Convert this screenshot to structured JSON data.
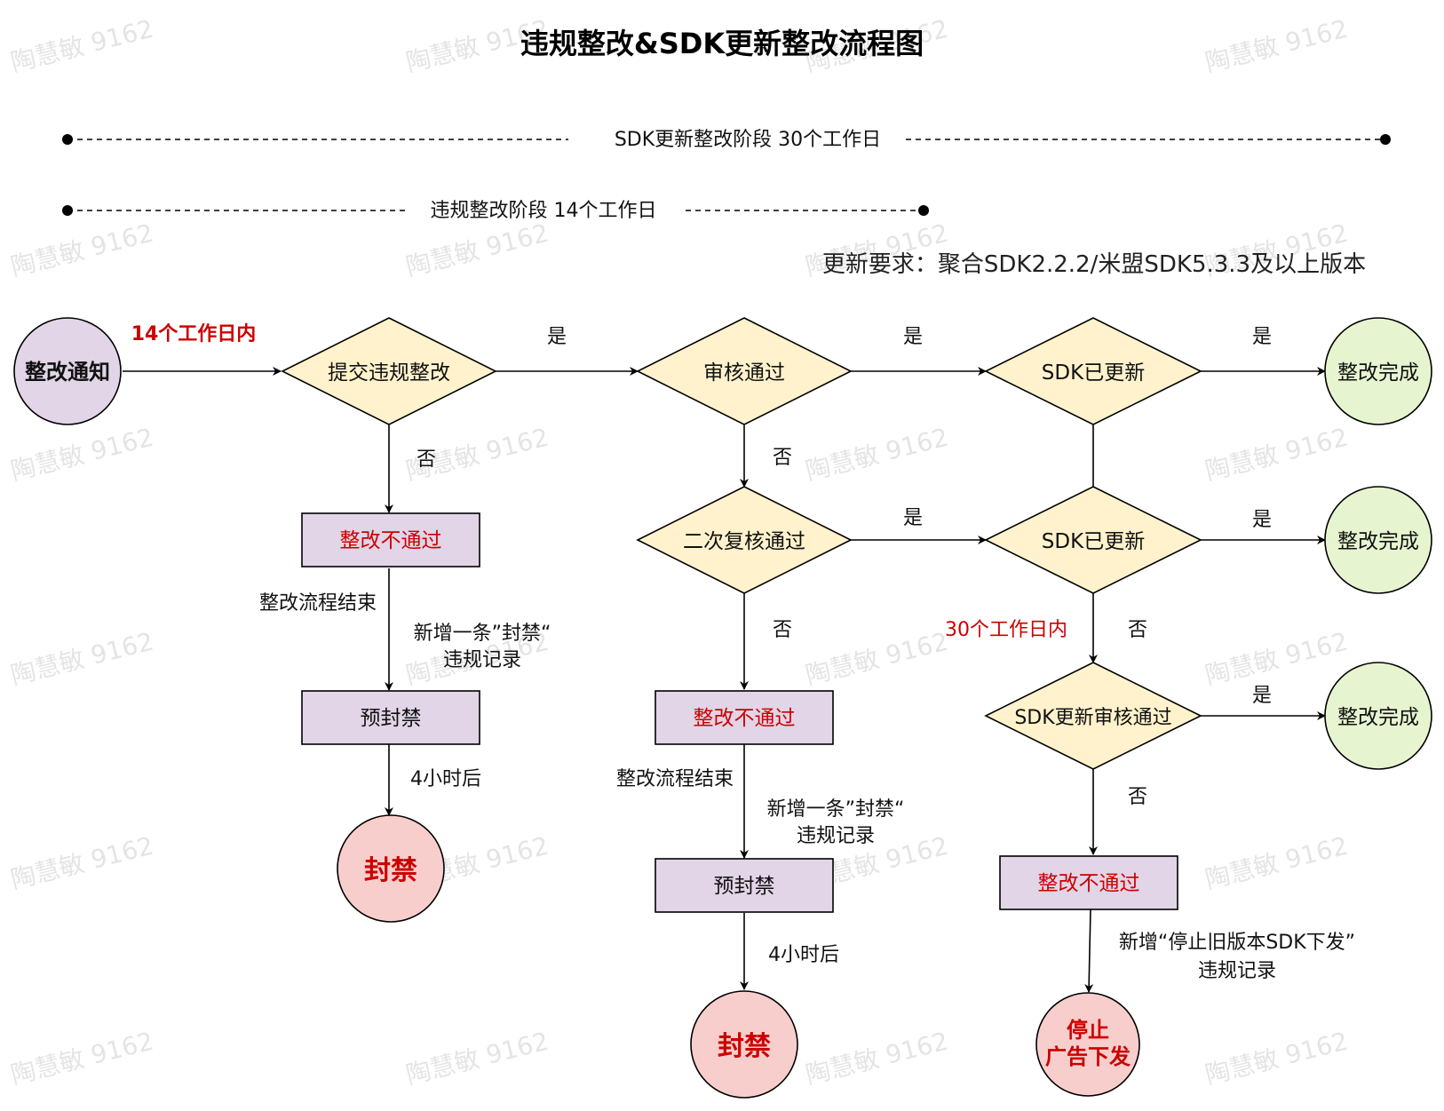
{
  "title": "违规整改&SDK更新整改流程图",
  "timeline": {
    "sdk_phase": "SDK更新整改阶段  30个工作日",
    "violation_phase": "违规整改阶段  14个工作日"
  },
  "requirement": "更新要求：聚合SDK2.2.2/米盟SDK5.3.3及以上版本",
  "watermark": "陶慧敏 9162",
  "colors": {
    "decision_fill": "#fff2cc",
    "process_fill": "#e1d5e7",
    "start_fill": "#e1d5e7",
    "done_fill": "#e6f5d0",
    "ban_fill": "#f8cecc",
    "red_text": "#cc0000"
  },
  "nodes": {
    "start": "整改通知",
    "submit": "提交违规整改",
    "review": "审核通过",
    "second_review": "二次复核通过",
    "sdk_updated_1": "SDK已更新",
    "sdk_updated_2": "SDK已更新",
    "sdk_review": "SDK更新审核通过",
    "done_1": "整改完成",
    "done_2": "整改完成",
    "done_3": "整改完成",
    "fail_1": "整改不通过",
    "fail_2": "整改不通过",
    "fail_3": "整改不通过",
    "preban_1": "预封禁",
    "preban_2": "预封禁",
    "ban_1": "封禁",
    "ban_2": "封禁",
    "stop_line1": "停止",
    "stop_line2": "广告下发"
  },
  "labels": {
    "within_14": "14个工作日内",
    "within_30": "30个工作日内",
    "yes": "是",
    "no": "否",
    "flow_end": "整改流程结束",
    "add_ban_record_line1": "新增一条”封禁“",
    "add_ban_record_line2": "违规记录",
    "after_4h": "4小时后",
    "add_stop_record_line1": "新增“停止旧版本SDK下发”",
    "add_stop_record_line2": "违规记录"
  }
}
